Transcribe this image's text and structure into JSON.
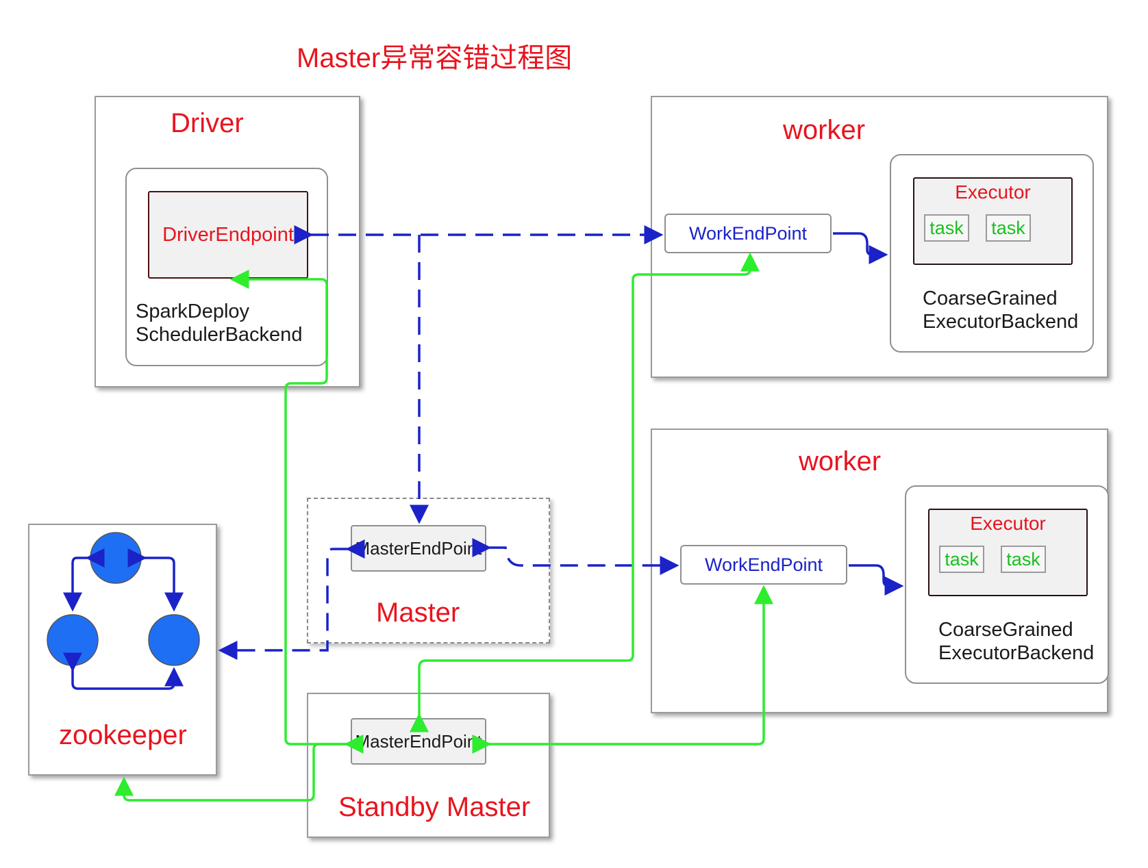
{
  "diagram_title": "Master异常容错过程图",
  "driver": {
    "title": "Driver",
    "endpoint": "DriverEndpoint",
    "backend_label": "SparkDeploy\nSchedulerBackend"
  },
  "workers": [
    {
      "title": "worker",
      "endpoint": "WorkEndPoint",
      "executor": {
        "title": "Executor",
        "tasks": [
          "task",
          "task"
        ]
      },
      "backend_label": "CoarseGrained\nExecutorBackend"
    },
    {
      "title": "worker",
      "endpoint": "WorkEndPoint",
      "executor": {
        "title": "Executor",
        "tasks": [
          "task",
          "task"
        ]
      },
      "backend_label": "CoarseGrained\nExecutorBackend"
    }
  ],
  "master": {
    "title": "Master",
    "endpoint": "MasterEndPoint"
  },
  "standby_master": {
    "title": "Standby Master",
    "endpoint": "MasterEndPoint"
  },
  "zookeeper": {
    "title": "zookeeper",
    "node_color": "#1f6ff5"
  },
  "colors": {
    "title_red": "#e8141e",
    "old_connection_blue": "#1a22c8",
    "new_connection_green": "#2eec2e",
    "task_green": "#19c01e"
  }
}
